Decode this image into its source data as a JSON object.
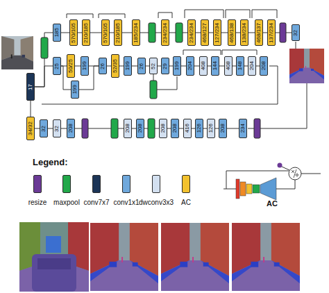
{
  "diagram": {
    "nodes": [
      {
        "text": [
          "17"
        ]
      },
      {
        "text": [
          "185"
        ]
      },
      {
        "text": [
          "570/105"
        ]
      },
      {
        "text": [
          "210/185"
        ]
      },
      {
        "text": [
          "570/105"
        ]
      },
      {
        "text": [
          "210/185"
        ]
      },
      {
        "text": [
          "185/234"
        ]
      },
      {
        "text": [
          "234/234"
        ]
      },
      {
        "text": [
          "234/234"
        ]
      },
      {
        "text": [
          "468/127"
        ]
      },
      {
        "text": [
          "127/234"
        ]
      },
      {
        "text": [
          "468/138"
        ]
      },
      {
        "text": [
          "138/234"
        ]
      },
      {
        "text": [
          "468/137"
        ]
      },
      {
        "text": [
          "137/234"
        ]
      },
      {
        "text": [
          "32"
        ]
      },
      {
        "text": [
          "25"
        ]
      },
      {
        "text": [
          "50/25"
        ]
      },
      {
        "text": [
          "199"
        ]
      },
      {
        "text": [
          "199"
        ]
      },
      {
        "text": [
          "26"
        ]
      },
      {
        "text": [
          "52/35"
        ]
      },
      {
        "text": [
          "199"
        ]
      },
      {
        "text": [
          "26"
        ]
      },
      {
        "text": [
          "52"
        ]
      },
      {
        "text": [
          "29"
        ]
      },
      {
        "text": [
          "199"
        ]
      },
      {
        "text": [
          "204"
        ]
      },
      {
        "text": [
          "408"
        ]
      },
      {
        "text": [
          "144"
        ]
      },
      {
        "text": [
          "408"
        ]
      },
      {
        "text": [
          "148"
        ]
      },
      {
        "text": [
          "204"
        ]
      },
      {
        "text": [
          "208"
        ]
      },
      {
        "text": [
          "34/32"
        ]
      },
      {
        "text": [
          "32"
        ]
      },
      {
        "text": [
          "32"
        ]
      },
      {
        "text": [
          "208"
        ]
      },
      {
        "text": [
          "208"
        ]
      },
      {
        "text": [
          "208"
        ]
      },
      {
        "text": [
          "208"
        ]
      },
      {
        "text": [
          "208"
        ]
      },
      {
        "text": [
          "416"
        ]
      },
      {
        "text": [
          "126"
        ]
      },
      {
        "text": [
          "126"
        ]
      },
      {
        "text": [
          "208"
        ]
      },
      {
        "text": [
          "234"
        ]
      }
    ],
    "edges": [
      {
        "from": 0,
        "to": 1,
        "arrow": "none"
      },
      {
        "from": 0,
        "to": 16,
        "arrow": "none"
      },
      {
        "from": 0,
        "to": 34,
        "arrow": "none"
      },
      {
        "from": 1,
        "to": 2,
        "arrow": "none"
      },
      {
        "from": 2,
        "to": 3,
        "arrow": "none"
      },
      {
        "from": 3,
        "to": 4,
        "arrow": "none"
      },
      {
        "from": 4,
        "to": 5,
        "arrow": "none"
      },
      {
        "from": 5,
        "to": 6,
        "arrow": "none"
      },
      {
        "from": 6,
        "to": 7,
        "arrow": "none"
      },
      {
        "from": 7,
        "to": 8,
        "arrow": "none"
      },
      {
        "from": 8,
        "to": 9,
        "arrow": "none"
      },
      {
        "from": 9,
        "to": 10,
        "arrow": "none"
      },
      {
        "from": 10,
        "to": 11,
        "arrow": "none"
      },
      {
        "from": 11,
        "to": 12,
        "arrow": "none"
      },
      {
        "from": 12,
        "to": 13,
        "arrow": "none"
      },
      {
        "from": 13,
        "to": 14,
        "arrow": "none"
      },
      {
        "from": 14,
        "to": 15,
        "arrow": "none"
      },
      {
        "from": 16,
        "to": 17,
        "arrow": "none"
      },
      {
        "from": 17,
        "to": 18,
        "arrow": "none"
      },
      {
        "from": 16,
        "to": 19,
        "arrow": "none"
      },
      {
        "from": 19,
        "to": 20,
        "arrow": "none"
      },
      {
        "from": 18,
        "to": 20,
        "arrow": "none"
      },
      {
        "from": 20,
        "to": 21,
        "arrow": "none"
      },
      {
        "from": 21,
        "to": 22,
        "arrow": "none"
      },
      {
        "from": 22,
        "to": 23,
        "arrow": "none"
      },
      {
        "from": 23,
        "to": 24,
        "arrow": "none"
      },
      {
        "from": 24,
        "to": 25,
        "arrow": "none"
      },
      {
        "from": 25,
        "to": 26,
        "arrow": "none"
      },
      {
        "from": 26,
        "to": 27,
        "arrow": "none"
      },
      {
        "from": 27,
        "to": 28,
        "arrow": "none"
      },
      {
        "from": 28,
        "to": 29,
        "arrow": "none"
      },
      {
        "from": 29,
        "to": 30,
        "arrow": "none"
      },
      {
        "from": 30,
        "to": 31,
        "arrow": "none"
      },
      {
        "from": 31,
        "to": 32,
        "arrow": "none"
      },
      {
        "from": 32,
        "to": 33,
        "arrow": "none"
      },
      {
        "from": 34,
        "to": 35,
        "arrow": "none"
      },
      {
        "from": 35,
        "to": 36,
        "arrow": "none"
      },
      {
        "from": 36,
        "to": 37,
        "arrow": "none"
      },
      {
        "from": 37,
        "to": 38,
        "arrow": "none"
      },
      {
        "from": 38,
        "to": 39,
        "arrow": "none"
      },
      {
        "from": 39,
        "to": 40,
        "arrow": "none"
      },
      {
        "from": 40,
        "to": 41,
        "arrow": "none"
      },
      {
        "from": 41,
        "to": 42,
        "arrow": "none"
      },
      {
        "from": 42,
        "to": 43,
        "arrow": "none"
      },
      {
        "from": 43,
        "to": 44,
        "arrow": "none"
      },
      {
        "from": 44,
        "to": 45,
        "arrow": "none"
      },
      {
        "from": 45,
        "to": 46,
        "arrow": "none"
      }
    ],
    "labels": [
      "Legend:",
      "AC"
    ],
    "legend": [
      {
        "text": "resize",
        "color": "#6b3a96"
      },
      {
        "text": "maxpool",
        "color": "#22a84a"
      },
      {
        "text": "conv7x7",
        "color": "#1c3557"
      },
      {
        "text": "conv1x1",
        "color": "#6fa8dc"
      },
      {
        "text": "dwconv3x3",
        "color": "#d3e0f0"
      },
      {
        "text": "AC",
        "color": "#f2c12e"
      }
    ]
  }
}
